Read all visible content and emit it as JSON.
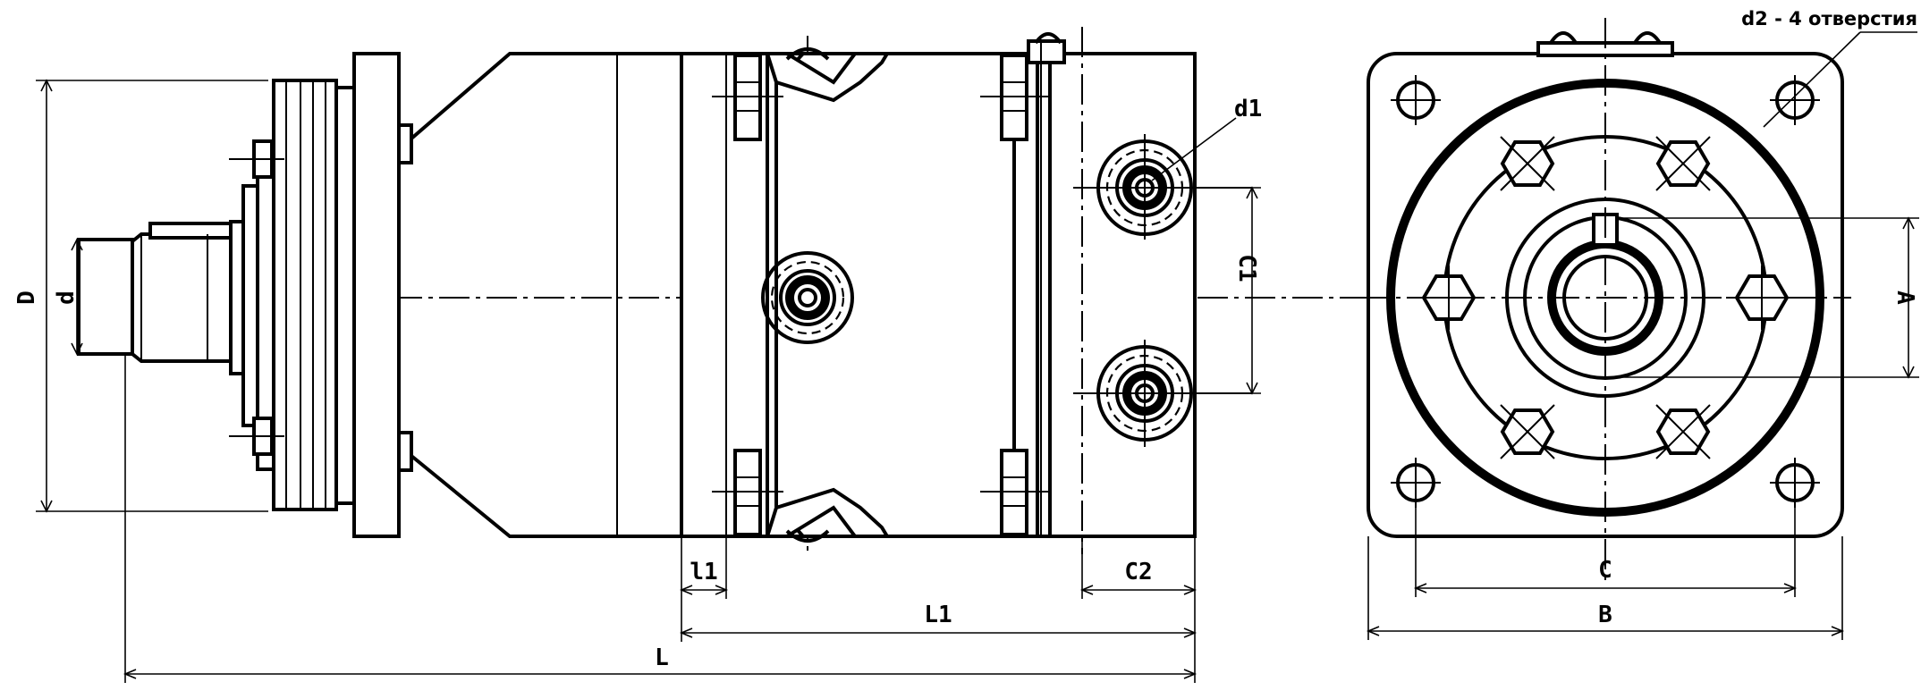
{
  "labels": {
    "D": "D",
    "d": "d",
    "d1": "d1",
    "C1": "C1",
    "l1": "l1",
    "C2": "C2",
    "L1": "L1",
    "L": "L",
    "A": "A",
    "C": "C",
    "B": "B",
    "d2_note": "d2 - 4 отверстия"
  }
}
